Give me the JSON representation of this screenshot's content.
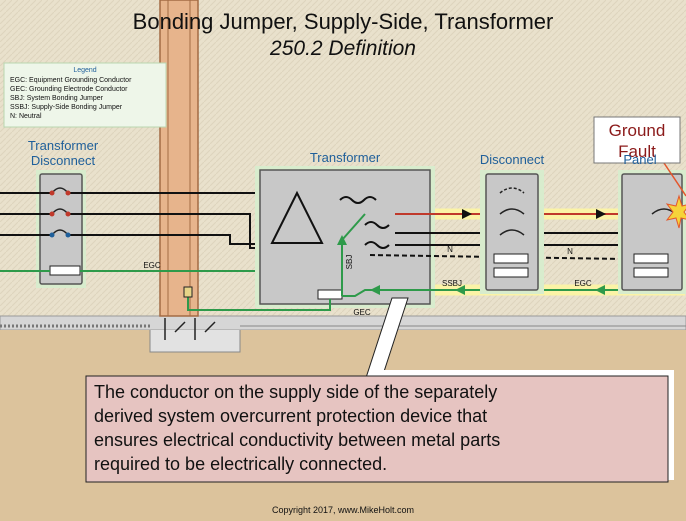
{
  "title": "Bonding Jumper, Supply-Side, Transformer",
  "subtitle": "250.2 Definition",
  "legend": {
    "heading": "Legend",
    "items": [
      "EGC: Equipment Grounding Conductor",
      "GEC: Grounding Electrode Conductor",
      "SBJ: System Bonding Jumper",
      "SSBJ: Supply-Side Bonding Jumper",
      "N: Neutral"
    ]
  },
  "labels": {
    "transformer_disconnect_line1": "Transformer",
    "transformer_disconnect_line2": "Disconnect",
    "transformer": "Transformer",
    "disconnect": "Disconnect",
    "panel": "Panel",
    "ground_fault_line1": "Ground",
    "ground_fault_line2": "Fault",
    "egc_left": "EGC",
    "egc_right": "EGC",
    "sbj": "SBJ",
    "gec": "GEC",
    "ssbj": "SSBJ",
    "n_left": "N",
    "n_right": "N"
  },
  "callout": {
    "line1": "The conductor on the supply side of the separately",
    "line2": "derived system overcurrent protection device that",
    "line3": "ensures electrical conductivity between metal parts",
    "line4": "required to be electrically connected."
  },
  "copyright": "Copyright 2017, www.MikeHolt.com",
  "colors": {
    "wall": "#efe7d3",
    "earth": "#dcc39c",
    "ground_path": "#fbf3a6",
    "ground_fault_box": "#ffffff",
    "ground_fault_text": "#8b1a1a",
    "callout_fill": "#e6c4c1",
    "egc_green": "#2e9a4a",
    "hot_red": "#c0392b",
    "hot_blue": "#1f5f9a",
    "equipment_gray": "#c8c8c8",
    "highlight_green": "#d8eccd",
    "title_color": "#111111",
    "label_blue": "#1f5f9a"
  }
}
